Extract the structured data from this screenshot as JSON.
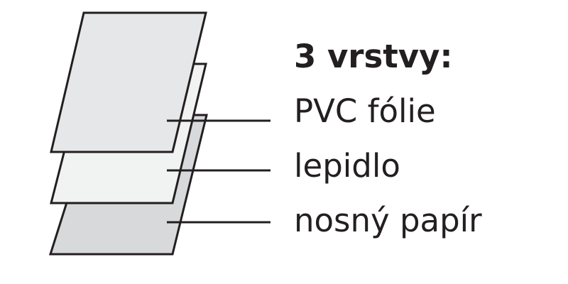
{
  "heading": "3 vrstvy:",
  "layers": [
    {
      "label": "PVC fólie",
      "fill": "#e6e7e8"
    },
    {
      "label": "lepidlo",
      "fill": "#f1f2f2"
    },
    {
      "label": "nosný papír",
      "fill": "#d8d9db"
    }
  ],
  "colors": {
    "outline": "#231f20",
    "text": "#231f20",
    "background": "#ffffff"
  }
}
